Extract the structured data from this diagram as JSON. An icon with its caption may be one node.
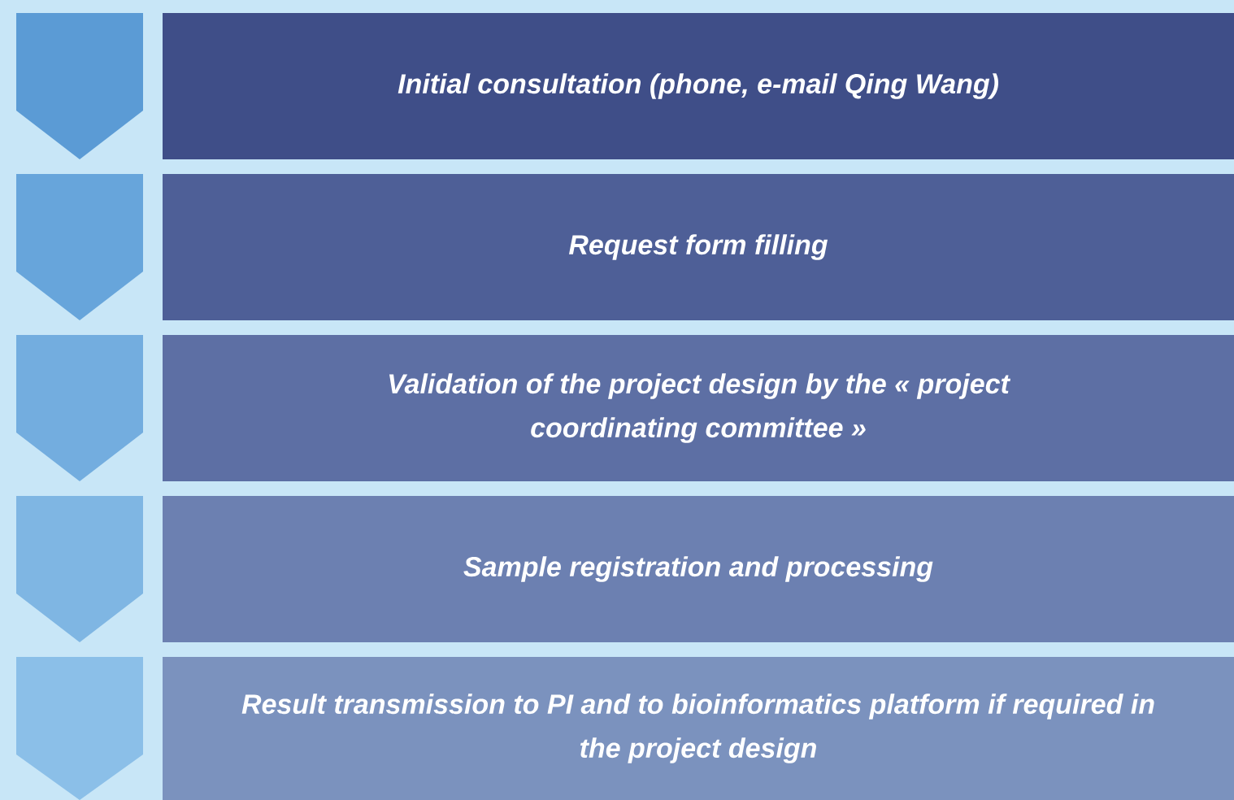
{
  "diagram": {
    "nodes": [
      {
        "text": [
          "Initial consultation (phone, e-mail Qing Wang)"
        ]
      },
      {
        "text": [
          "Request form filling"
        ]
      },
      {
        "text": [
          "Validation of the project design by the « project coordinating committee »"
        ]
      },
      {
        "text": [
          "Sample registration and processing"
        ]
      },
      {
        "text": [
          "Result transmission to PI and to bioinformatics platform if required in the project design"
        ]
      }
    ]
  }
}
